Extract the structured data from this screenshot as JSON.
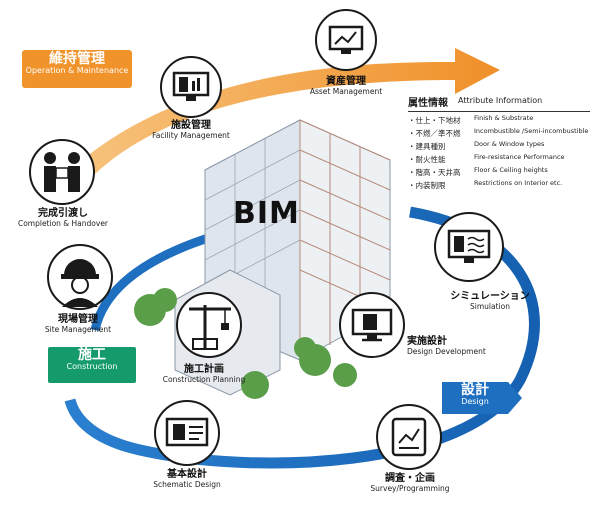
{
  "center": {
    "title": "BIM"
  },
  "phases": {
    "maintenance": {
      "jp": "維持管理",
      "en": "Operation & Maintenance"
    },
    "construction": {
      "jp": "施工",
      "en": "Construction"
    },
    "design": {
      "jp": "設計",
      "en": "Design"
    }
  },
  "stages": {
    "asset": {
      "jp": "資産管理",
      "en": "Asset Management",
      "icon": "chart-monitor-icon"
    },
    "facility": {
      "jp": "施設管理",
      "en": "Facility Management",
      "icon": "building-dashboard-icon"
    },
    "handover": {
      "jp": "完成引渡し",
      "en": "Completion & Handover",
      "icon": "handover-people-icon"
    },
    "site": {
      "jp": "現場管理",
      "en": "Site Management",
      "icon": "hardhat-worker-icon"
    },
    "planning": {
      "jp": "施工計画",
      "en": "Construction Planning",
      "icon": "crane-icon"
    },
    "schematic": {
      "jp": "基本設計",
      "en": "Schematic Design",
      "icon": "blueprint-icon"
    },
    "survey": {
      "jp": "調査・企画",
      "en": "Survey/Programming",
      "icon": "tablet-chart-icon"
    },
    "development": {
      "jp": "実施設計",
      "en": "Design Development",
      "icon": "monitor-building-icon"
    },
    "simulation": {
      "jp": "シミュレーション",
      "en": "Simulation",
      "icon": "monitor-wave-icon"
    }
  },
  "attributes": {
    "title_jp": "属性情報",
    "title_en": "Attribute Information",
    "rows": [
      {
        "jp": "・仕上・下地材",
        "en": "Finish & Substrate"
      },
      {
        "jp": "・不燃／準不燃",
        "en": "Incombustible /Semi-incombustible"
      },
      {
        "jp": "・建具種別",
        "en": "Door & Window types"
      },
      {
        "jp": "・耐火性能",
        "en": "Fire-resistance Performance"
      },
      {
        "jp": "・階高・天井高",
        "en": "Floor & Ceiling heights"
      },
      {
        "jp": "・内装制限",
        "en": "Restrictions on Interior etc."
      }
    ]
  },
  "colors": {
    "orange": "#f0932b",
    "blue": "#1e6fc0",
    "green": "#159a6c",
    "ink": "#1a1a1a"
  }
}
